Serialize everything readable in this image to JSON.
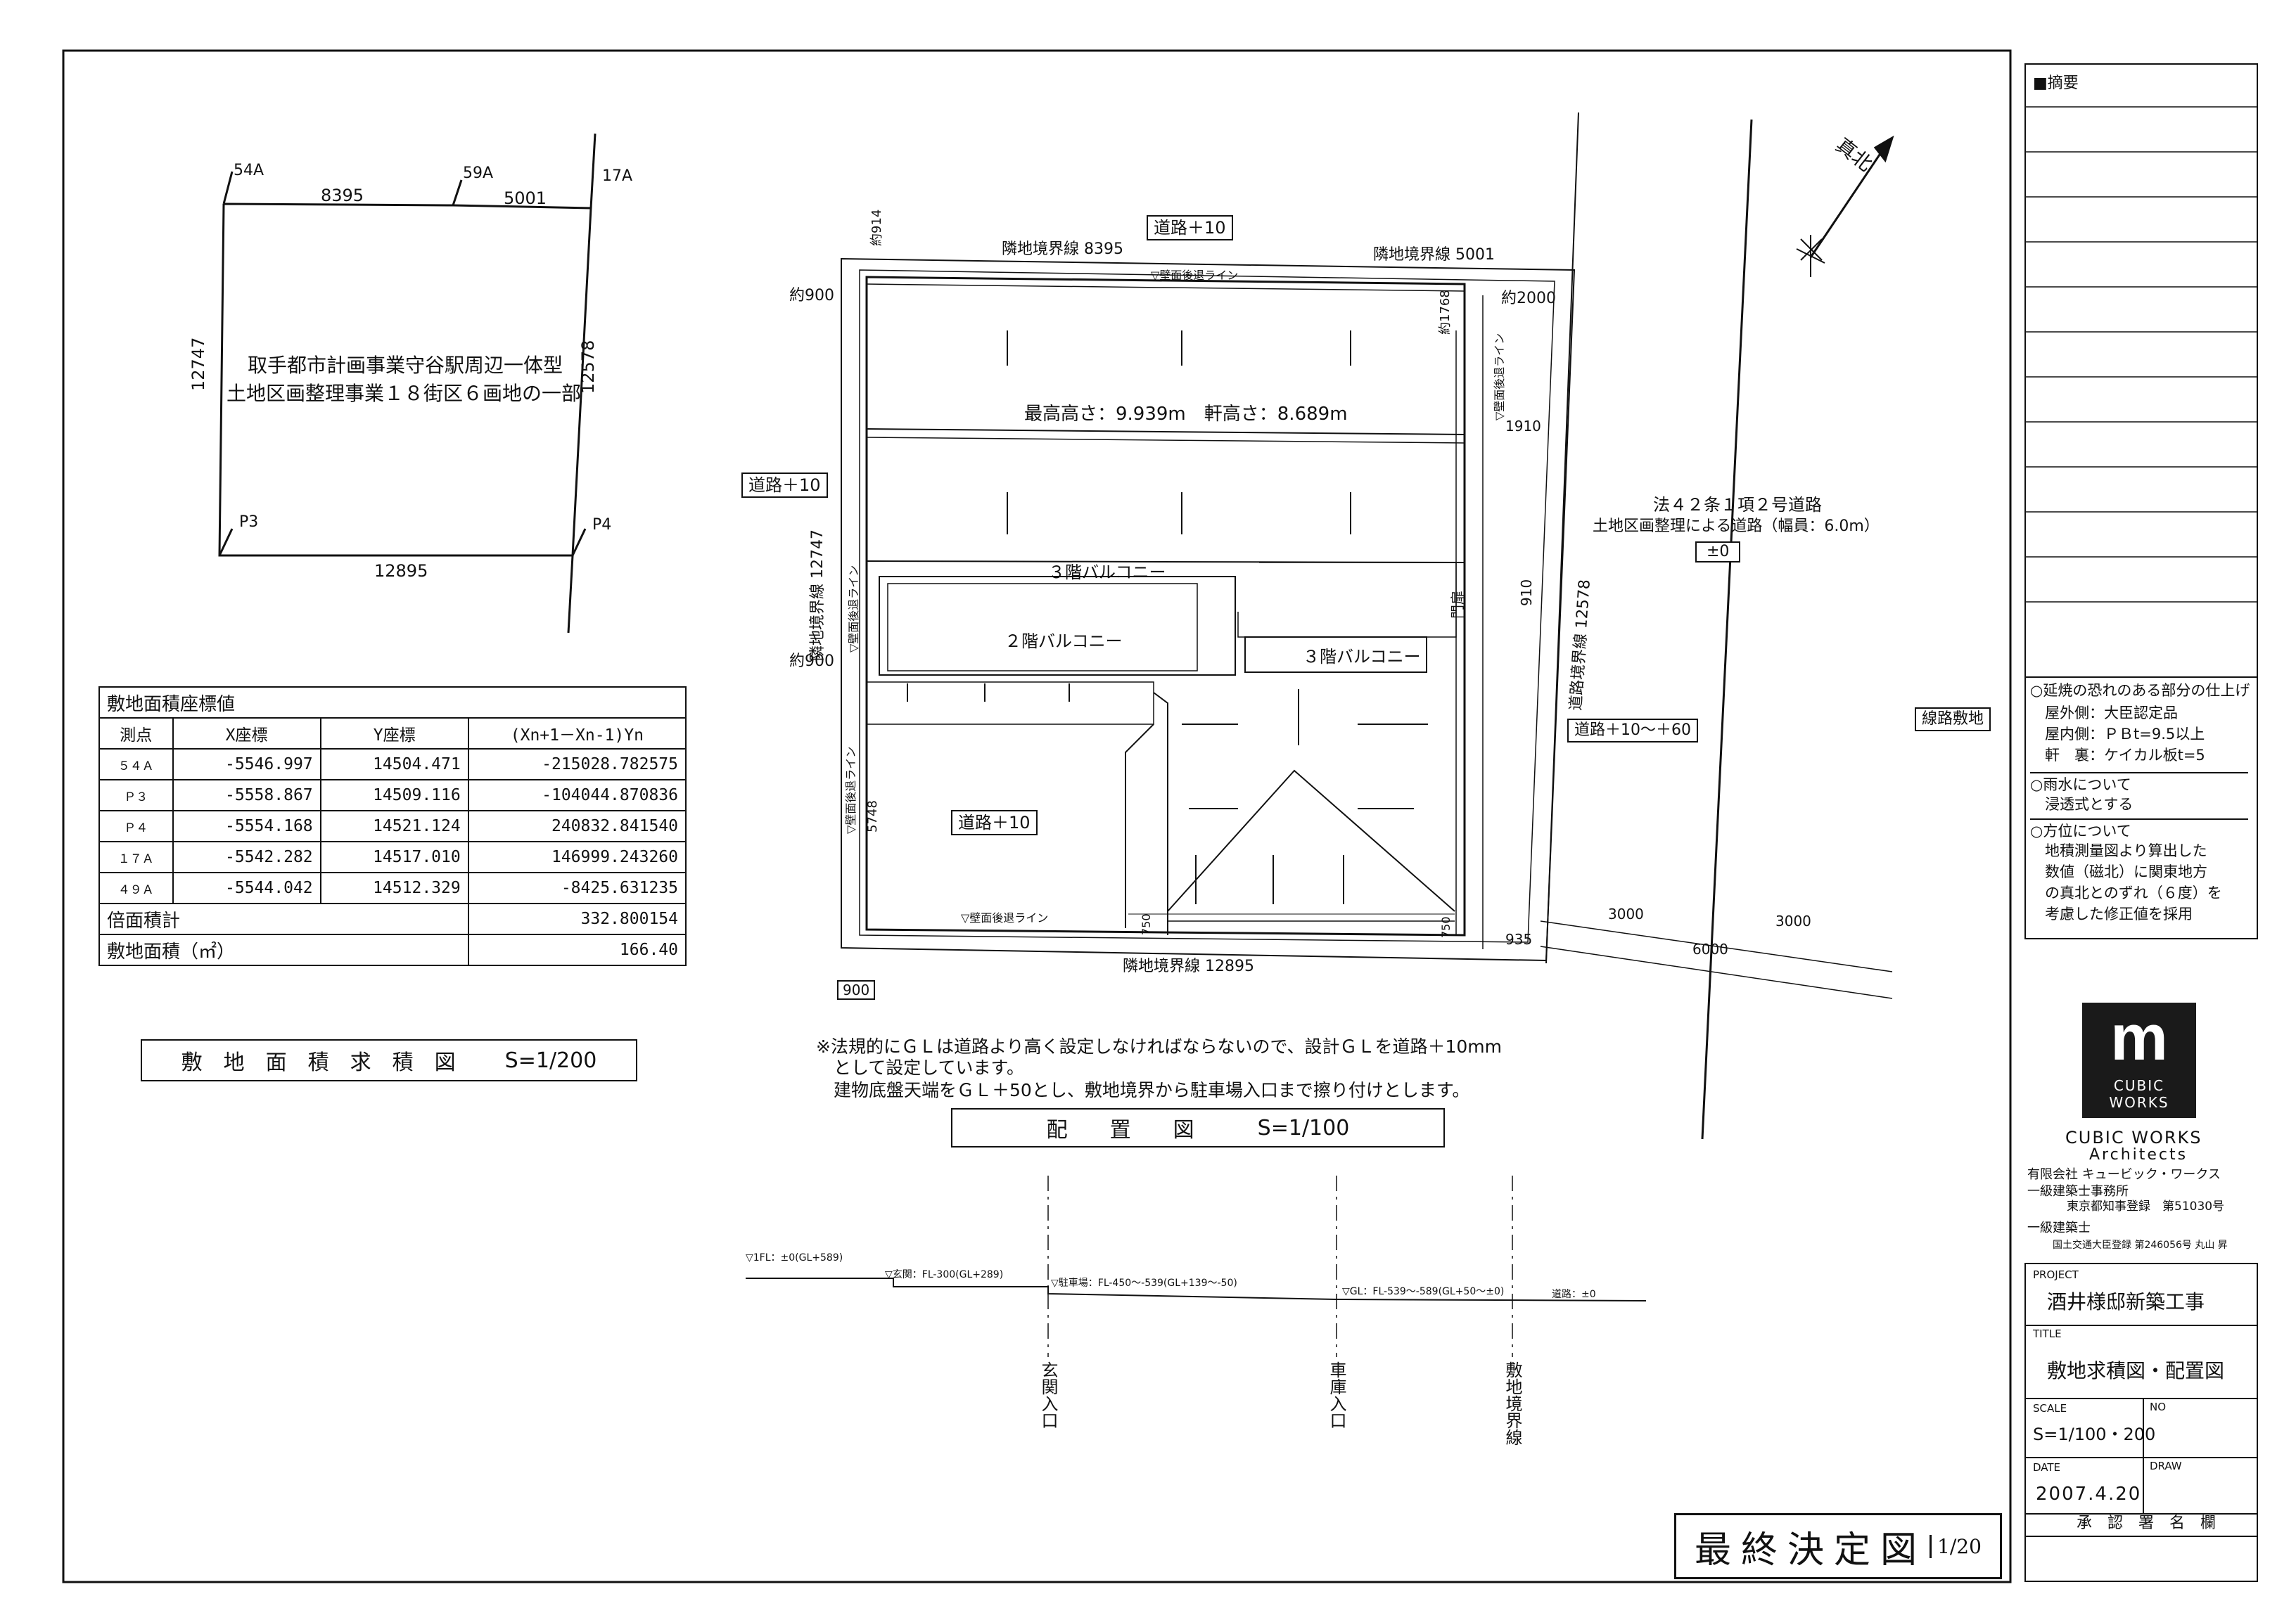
{
  "site_plan": {
    "points": {
      "p54a": "54A",
      "p59a": "59A",
      "p17a": "17A",
      "p3": "P3",
      "p4": "P4"
    },
    "dims": {
      "top_a": "8395",
      "top_b": "5001",
      "left": "12747",
      "right": "12578",
      "bottom": "12895"
    },
    "lot_desc_1": "取手都市計画事業守谷駅周辺一体型",
    "lot_desc_2": "土地区画整理事業１８街区６画地の一部"
  },
  "area_table": {
    "title": "敷地面積座標値",
    "headers": [
      "測点",
      "X座標",
      "Y座標",
      "(Xn+1－Xn-1)Yn"
    ],
    "rows": [
      {
        "pt": "５４Ａ",
        "x": "-5546.997",
        "y": "14504.471",
        "v": "-215028.782575"
      },
      {
        "pt": "Ｐ３",
        "x": "-5558.867",
        "y": "14509.116",
        "v": "-104044.870836"
      },
      {
        "pt": "Ｐ４",
        "x": "-5554.168",
        "y": "14521.124",
        "v": "240832.841540"
      },
      {
        "pt": "１７Ａ",
        "x": "-5542.282",
        "y": "14517.010",
        "v": "146999.243260"
      },
      {
        "pt": "４９Ａ",
        "x": "-5544.042",
        "y": "14512.329",
        "v": "-8425.631235"
      }
    ],
    "double_area_label": "倍面積計",
    "double_area_value": "332.800154",
    "site_area_label": "敷地面積（㎡）",
    "site_area_value": "166.40"
  },
  "site_area_title": "敷　地　面　積　求　積　図",
  "site_area_scale": "S=1/200",
  "layout_plan": {
    "road_plus10_top": "道路＋10",
    "road_plus10_left": "道路＋10",
    "road_plus10_inner": "道路＋10",
    "road_plus_10_60": "道路＋10～＋60",
    "boundary_top_a": "隣地境界線 8395",
    "boundary_top_b": "隣地境界線 5001",
    "boundary_left": "隣地境界線 12747",
    "boundary_bottom": "隣地境界線 12895",
    "boundary_right": "道路境界線 12578",
    "approx_900_a": "約900",
    "approx_900_b": "約900",
    "approx_2000": "約2000",
    "approx_914": "約914",
    "approx_1768": "約1768",
    "wall_line_top": "▽壁面後退ライン",
    "wall_line_bottom": "▽壁面後退ライン",
    "wall_line_left_a": "▽壁面後退ライン",
    "wall_line_left_b": "▽壁面後退ライン",
    "wall_line_right": "▽壁面後退ライン",
    "max_height": "最高高さ：9.939m　軒高さ：8.689m",
    "balcony_3f_a": "３階バルコニー",
    "balcony_2f": "２階バルコニー",
    "balcony_3f_b": "３階バルコニー",
    "dim_1910": "1910",
    "dim_910": "910",
    "dim_5748": "5748",
    "dim_935": "935",
    "dim_750_a": "750",
    "dim_750_b": "750",
    "dim_3000_a": "3000",
    "dim_3000_b": "3000",
    "dim_6000": "6000",
    "dim_900": "900",
    "gate": "門扉",
    "road_law_1": "法４２条１項２号道路",
    "road_law_2": "土地区画整理による道路（幅員：6.0m）",
    "road_level": "±0",
    "railway_site": "線路敷地",
    "true_north": "真北"
  },
  "note_lines": [
    "※法規的にＧＬは道路より高く設定しなければならないので、設計ＧＬを道路＋10mm",
    "　として設定しています。",
    "　建物底盤天端をＧＬ＋50とし、敷地境界から駐車場入口まで擦り付けとします。"
  ],
  "layout_title": "配　　置　　図",
  "layout_scale": "S=1/100",
  "section": {
    "fl1": "▽1FL：±0(GL+589)",
    "entrance_lv": "▽玄関：FL-300(GL+289)",
    "parking_lv": "▽駐車場：FL-450～-539(GL+139～-50)",
    "gl_lv": "▽GL：FL-539～-589(GL+50～±0)",
    "road_lv": "道路：±0",
    "entrance": "玄関入口",
    "garage": "車庫入口",
    "boundary": "敷地境界線"
  },
  "stamp": "最終決定図",
  "stamp_mark": "1/20",
  "title_block": {
    "summary_label": "■摘要",
    "notes": [
      "○延焼の恐れのある部分の仕上げ",
      "　屋外側：大臣認定品",
      "　屋内側：ＰＢt=9.5以上",
      "　軒　裏：ケイカル板t=5",
      "○雨水について",
      "　浸透式とする",
      "○方位について",
      "　地積測量図より算出した",
      "　数値（磁北）に関東地方",
      "　の真北とのずれ（６度）を",
      "　考慮した修正値を採用"
    ],
    "logo_letter": "m",
    "logo_line1": "CUBIC",
    "logo_line2": "WORKS",
    "firm_name": "CUBIC WORKS",
    "firm_sub": "Architects",
    "firm_lines": [
      "有限会社 キュービック・ワークス",
      "一級建築士事務所",
      "東京都知事登録　第51030号",
      "一級建築士",
      "国土交通大臣登録 第246056号 丸山 昇"
    ],
    "project_label": "PROJECT",
    "project": "酒井様邸新築工事",
    "title_label": "TITLE",
    "title": "敷地求積図・配置図",
    "scale_label": "SCALE",
    "scale": "S=1/100・200",
    "no_label": "NO",
    "date_label": "DATE",
    "date": "2007.4.20",
    "draw_label": "DRAW",
    "approval": "承　認　署　名　欄"
  }
}
